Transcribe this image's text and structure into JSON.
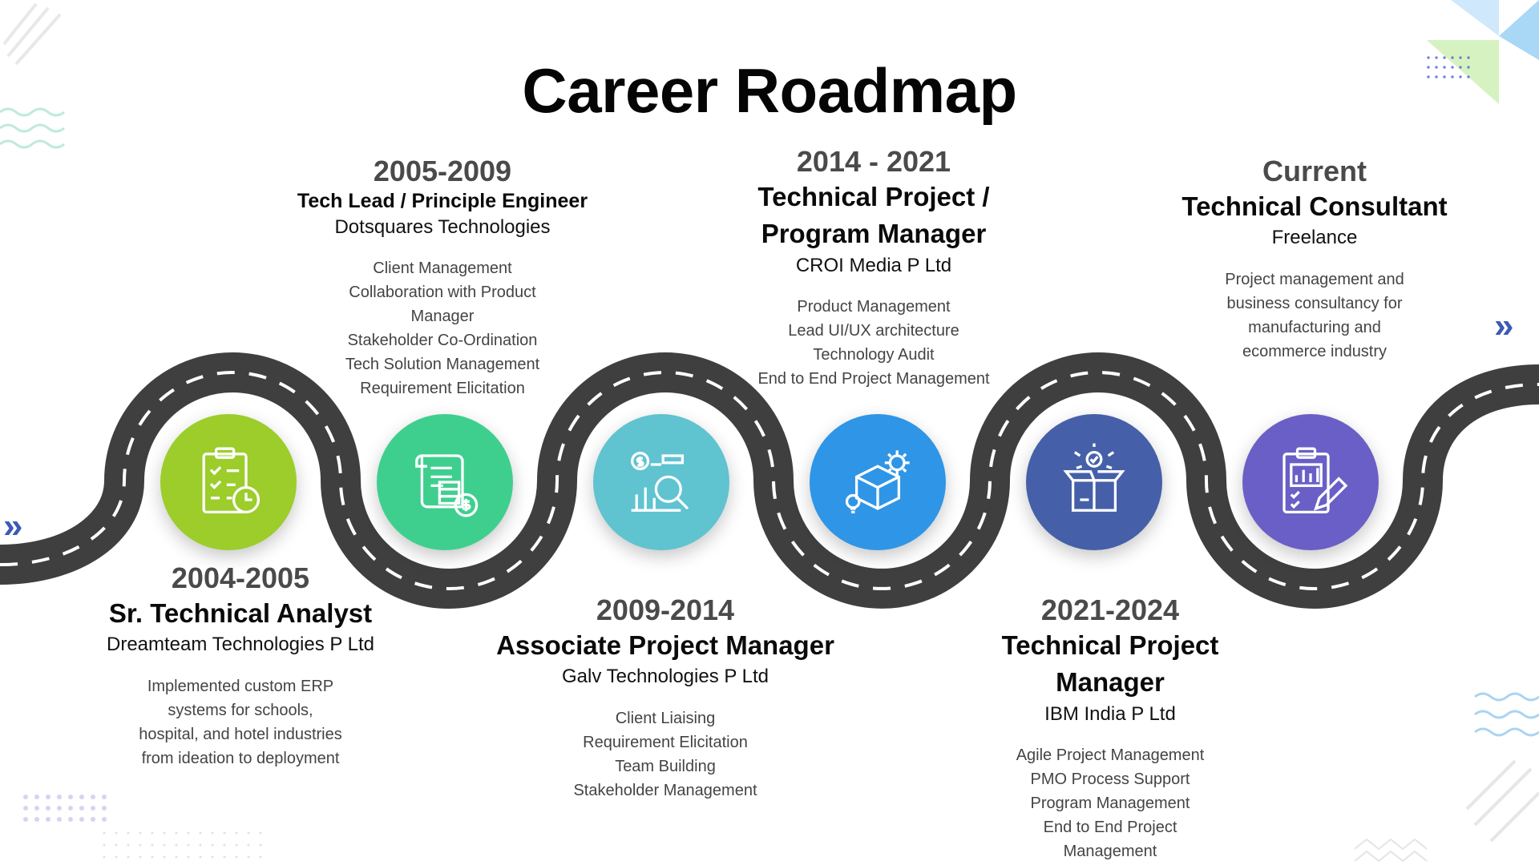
{
  "title": "Career Roadmap",
  "colors": {
    "road": "#3f3f3f",
    "road_dash": "#ffffff",
    "milestone_1": "#9ccd2b",
    "milestone_2": "#3ecf8e",
    "milestone_3": "#5fc3d0",
    "milestone_4": "#2f95e6",
    "milestone_5": "#4560a8",
    "milestone_6": "#6a5fc6"
  },
  "milestones": [
    {
      "year": "2004-2005",
      "role": "Sr. Technical Analyst",
      "company": "Dreamteam Technologies P Ltd",
      "description": [
        "Implemented custom ERP",
        "systems for schools,",
        "hospital, and hotel industries",
        "from ideation to deployment"
      ],
      "icon": "clipboard-clock-icon"
    },
    {
      "year": "2005-2009",
      "role": "Tech Lead / Principle Engineer",
      "company": "Dotsquares Technologies",
      "responsibilities": [
        "Client Management",
        "Collaboration with Product",
        "Manager",
        "Stakeholder Co-Ordination",
        "Tech Solution Management",
        "Requirement Elicitation"
      ],
      "icon": "document-coins-icon"
    },
    {
      "year": "2009-2014",
      "role": "Associate Project Manager",
      "company": "Galv Technologies P Ltd",
      "responsibilities": [
        "Client Liaising",
        "Requirement Elicitation",
        "Team Building",
        "Stakeholder Management"
      ],
      "icon": "analytics-search-icon"
    },
    {
      "year": "2014 - 2021",
      "role_lines": [
        "Technical Project /",
        "Program Manager"
      ],
      "company": "CROI Media P Ltd",
      "responsibilities": [
        "Product Management",
        "Lead UI/UX architecture",
        "Technology Audit",
        "End to End Project Management"
      ],
      "icon": "box-gear-icon"
    },
    {
      "year": "2021-2024",
      "role_lines": [
        "Technical Project",
        "Manager"
      ],
      "company": "IBM India P Ltd",
      "responsibilities": [
        "Agile Project Management",
        "PMO Process Support",
        "Program Management",
        "End to End Project",
        "Management"
      ],
      "icon": "open-box-check-icon"
    },
    {
      "year": "Current",
      "role": "Technical Consultant",
      "company": "Freelance",
      "description": [
        "Project management and",
        "business consultancy for",
        "manufacturing and",
        "ecommerce industry"
      ],
      "icon": "clipboard-chart-icon"
    }
  ],
  "icons": {
    "left_arrow": "double-chevron-right-icon",
    "right_arrow": "double-chevron-right-icon"
  }
}
